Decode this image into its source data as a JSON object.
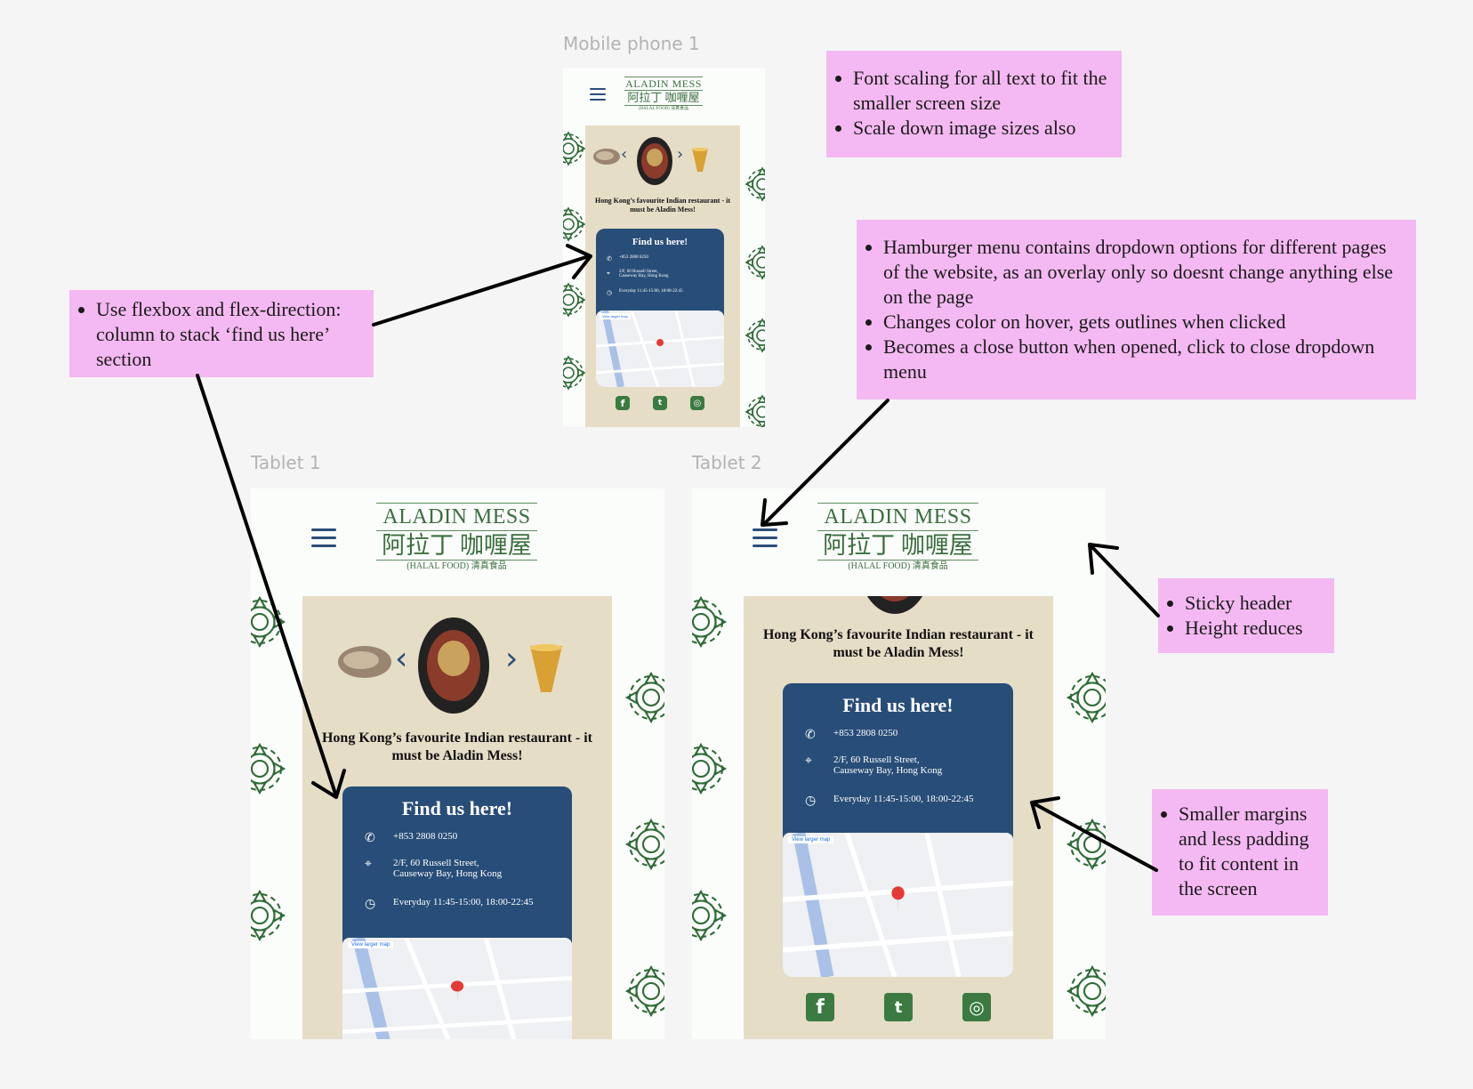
{
  "frames": {
    "mobile": {
      "label": "Mobile phone 1"
    },
    "tablet1": {
      "label": "Tablet 1"
    },
    "tablet2": {
      "label": "Tablet 2"
    }
  },
  "site": {
    "logo_en": "ALADIN MESS",
    "logo_zh": "阿拉丁 咖喱屋",
    "logo_sub": "(HALAL FOOD) 清真食品",
    "tagline": "Hong Kong’s favourite Indian restaurant - it must be Aladin Mess!",
    "find_title": "Find us here!",
    "phone": "+853 2808 0250",
    "address_line1": "2/F, 60 Russell Street,",
    "address_line2": "Causeway Bay, Hong Kong",
    "hours": "Everyday 11:45-15:00, 18:00-22:45",
    "map_link": "View larger map",
    "carousel_prev": "‹",
    "carousel_next": "›"
  },
  "notes": {
    "font_scaling": [
      "Font scaling for all text to fit the smaller screen size",
      "Scale down image sizes also"
    ],
    "flexbox": [
      "Use flexbox and flex-direction: column to stack ‘find us here’ section"
    ],
    "hamburger": [
      "Hamburger menu contains dropdown options for different pages of the website, as an overlay only so doesnt change anything else on the page",
      "Changes color on hover, gets outlines when clicked",
      "Becomes a close button when opened, click to close dropdown menu"
    ],
    "sticky": [
      "Sticky header",
      "Height reduces"
    ],
    "margins": [
      "Smaller margins and less padding to fit content in the screen"
    ]
  },
  "icons": {
    "phone": "phone-icon",
    "address": "map-pin-icon",
    "hours": "clock-icon",
    "facebook": "facebook-icon",
    "twitter": "twitter-icon",
    "instagram": "instagram-icon"
  },
  "colors": {
    "card": "#284d78",
    "content": "#e5ddc6",
    "sticky": "#f4b9f2",
    "logo": "#3b6e3f"
  }
}
